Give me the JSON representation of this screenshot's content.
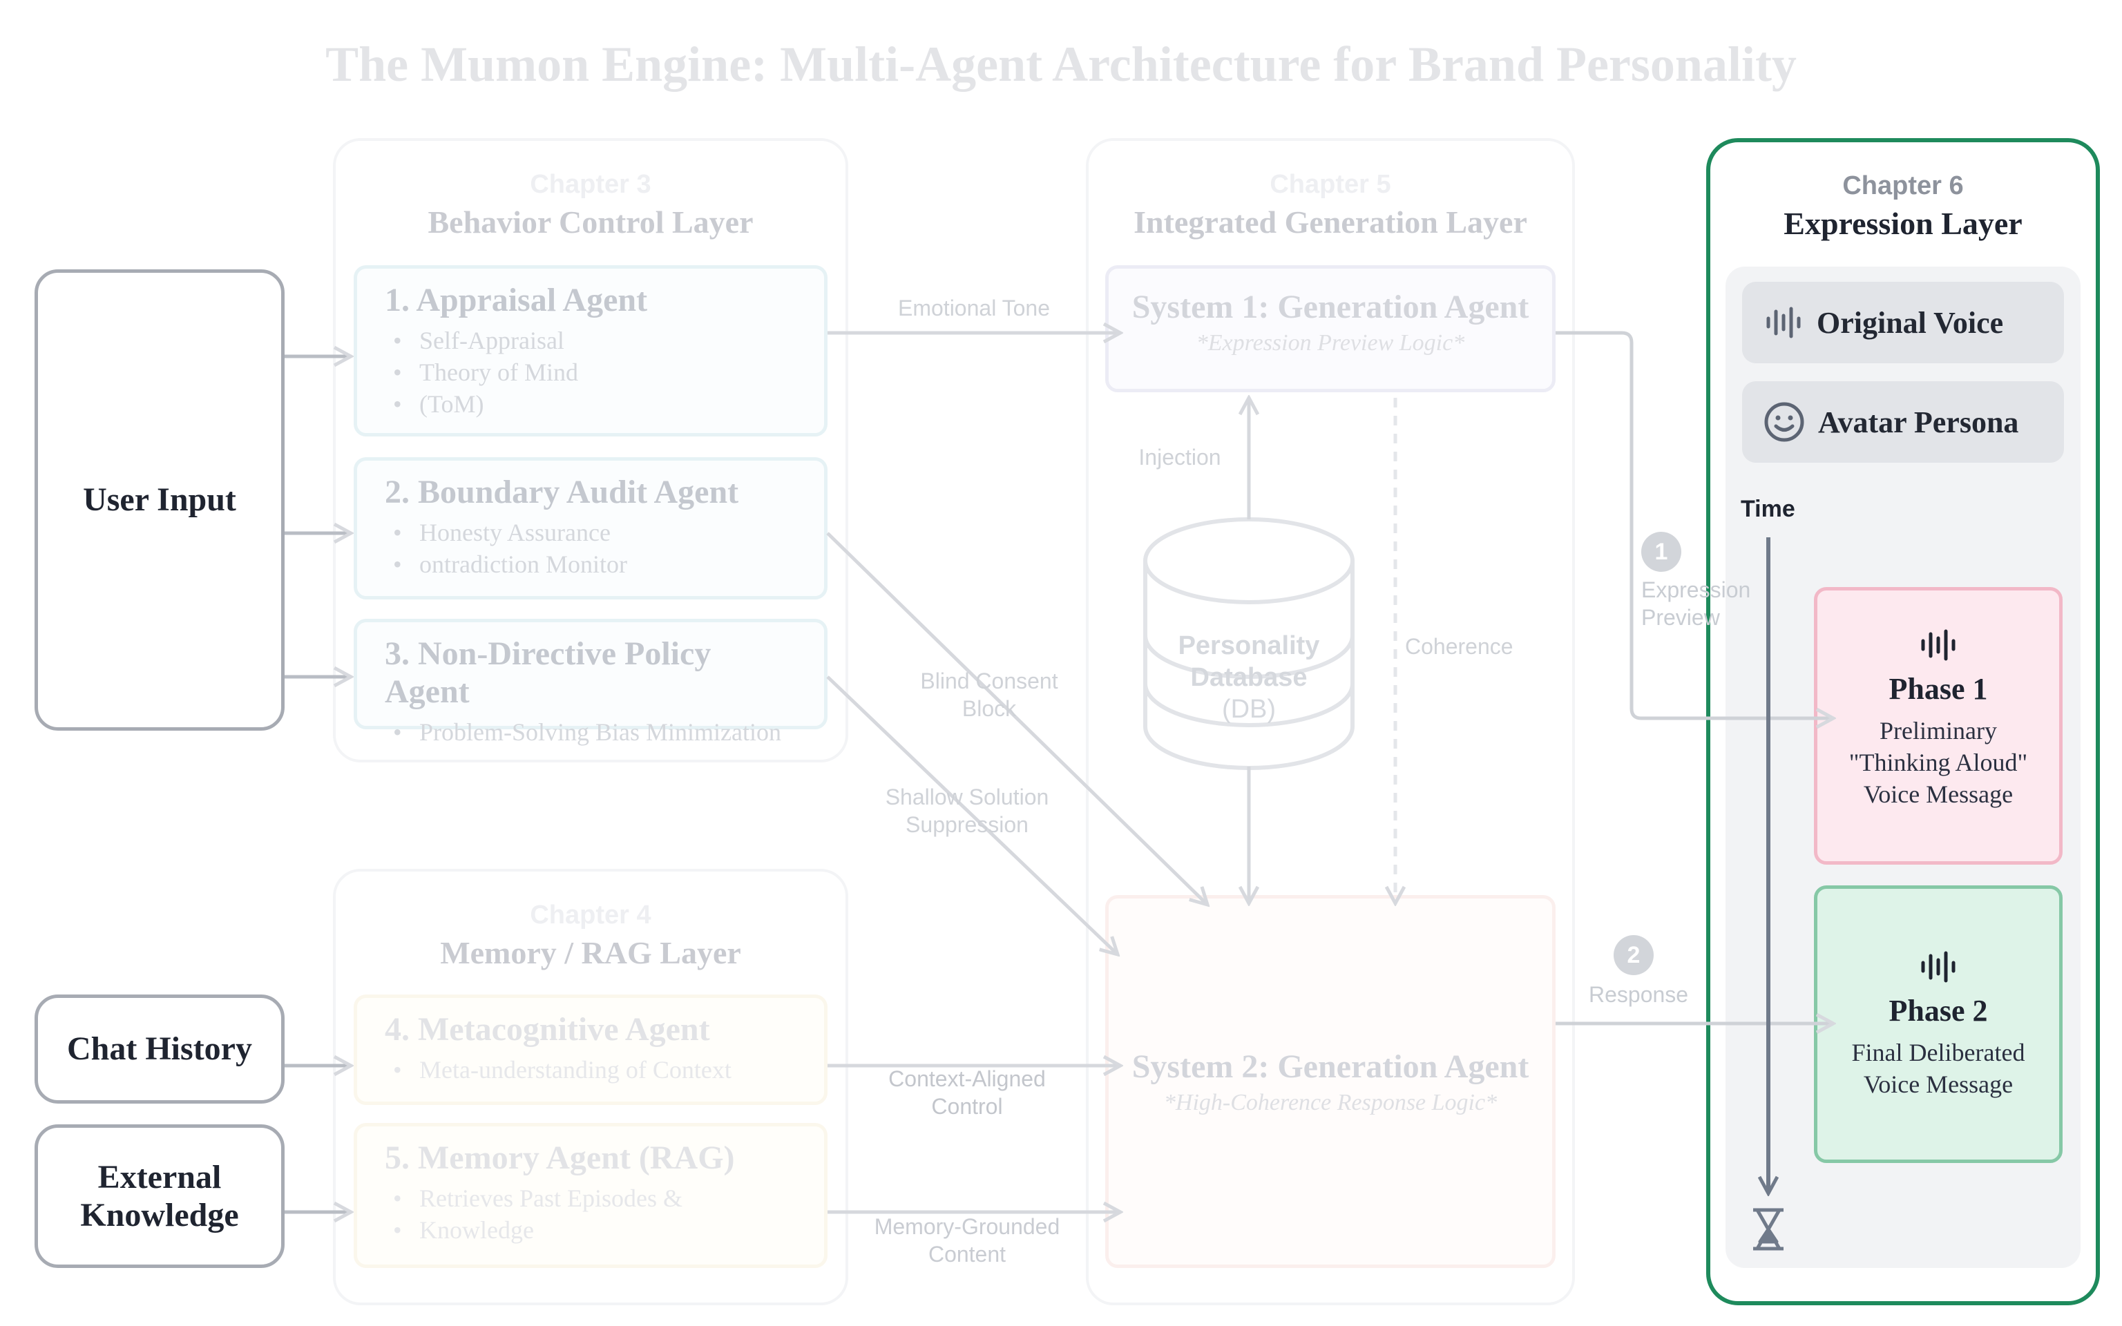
{
  "title": "The Mumon Engine: Multi-Agent Architecture for Brand Personality",
  "inputs": {
    "user_input": "User Input",
    "chat_history": "Chat History",
    "external_knowledge_line1": "External",
    "external_knowledge_line2": "Knowledge"
  },
  "chapter3": {
    "number": "Chapter 3",
    "name": "Behavior Control Layer",
    "agents": [
      {
        "title": "1. Appraisal Agent",
        "bullets": [
          "Self-Appraisal",
          "Theory of Mind",
          "(ToM)"
        ]
      },
      {
        "title": "2. Boundary Audit Agent",
        "bullets": [
          "Honesty Assurance",
          "ontradiction Monitor"
        ]
      },
      {
        "title": "3. Non-Directive Policy Agent",
        "bullets": [
          "Problem-Solving Bias Minimization"
        ]
      }
    ]
  },
  "chapter4": {
    "number": "Chapter 4",
    "name": "Memory / RAG Layer",
    "agents": [
      {
        "title": "4. Metacognitive Agent",
        "bullets": [
          "Meta-understanding of Context"
        ]
      },
      {
        "title": "5. Memory Agent (RAG)",
        "bullets": [
          "Retrieves Past Episodes &",
          "Knowledge"
        ]
      }
    ]
  },
  "chapter5": {
    "number": "Chapter 5",
    "name": "Integrated Generation Layer",
    "system1": {
      "title": "System 1: Generation Agent",
      "subtitle": "*Expression Preview Logic*"
    },
    "database": {
      "line1": "Personality",
      "line2": "Database",
      "line3": "(DB)"
    },
    "system2": {
      "title": "System 2: Generation Agent",
      "subtitle": "*High-Coherence Response Logic*"
    }
  },
  "flow_labels": {
    "emotional_tone": "Emotional Tone",
    "injection": "Injection",
    "coherence": "Coherence",
    "blind_consent_1": "Blind Consent",
    "blind_consent_2": "Block",
    "shallow_1": "Shallow Solution",
    "shallow_2": "Suppression",
    "context_1": "Context-Aligned",
    "context_2": "Control",
    "memory_1": "Memory-Grounded",
    "memory_2": "Content"
  },
  "chapter6": {
    "number": "Chapter 6",
    "name": "Expression Layer",
    "modes": [
      {
        "label": "Original Voice",
        "icon": "waveform-icon"
      },
      {
        "label": "Avatar Persona",
        "icon": "smiley-icon"
      }
    ],
    "time_label": "Time",
    "markers": [
      {
        "number": "1",
        "label_line1": "Expression",
        "label_line2": "Preview"
      },
      {
        "number": "2",
        "label_line1": "Response"
      }
    ],
    "phases": [
      {
        "title": "Phase 1",
        "lines": [
          "Preliminary",
          "\"Thinking Aloud\"",
          "Voice Message"
        ],
        "icon": "waveform-icon"
      },
      {
        "title": "Phase 2",
        "lines": [
          "Final Deliberated",
          "Voice Message"
        ],
        "icon": "waveform-icon"
      }
    ],
    "timer_icon": "hourglass-icon"
  },
  "colors": {
    "accent_green": "#1e8a5c",
    "phase1_fill": "#fde9ef",
    "phase1_border": "#f2b8c7",
    "phase2_fill": "#def3e8",
    "phase2_border": "#86c8a6",
    "timeline": "#707a8a"
  }
}
